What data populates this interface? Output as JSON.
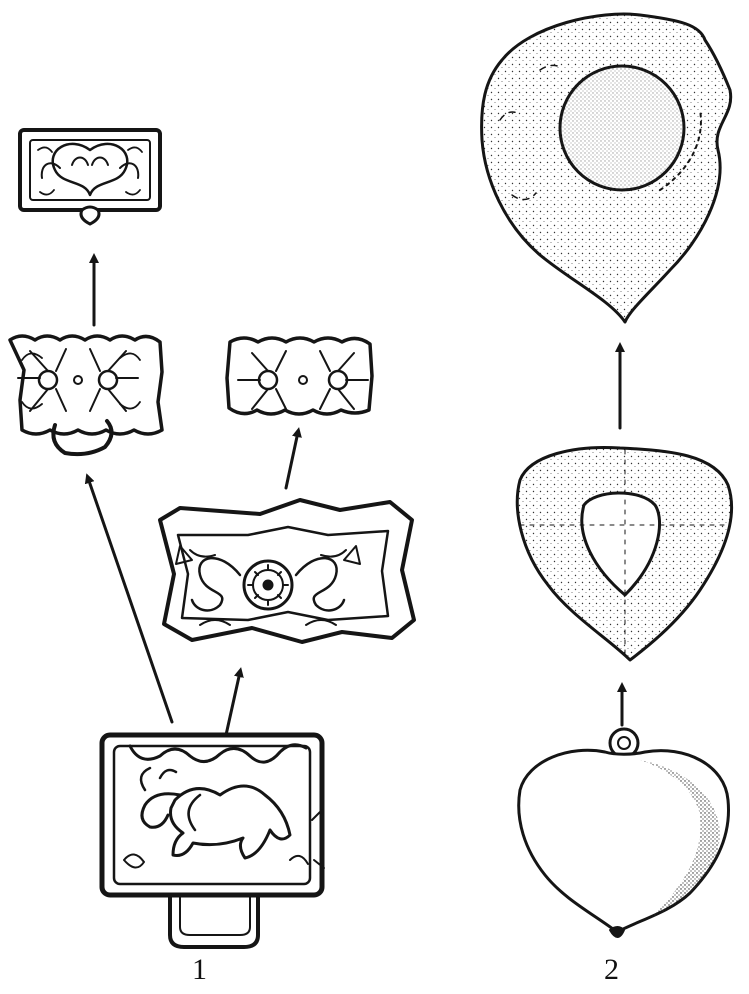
{
  "figure": {
    "labels": [
      "1",
      "2"
    ],
    "ink_color": "#151515",
    "paper_color": "#ffffff",
    "groups": [
      {
        "label": "1",
        "items": [
          "rectangular-plaque-with-animal-relief",
          "large-scalloped-plaque-with-rosette-and-scrolls",
          "small-plaque-with-two-rosettes-left",
          "small-plaque-with-two-rosettes-right",
          "small-plaque-with-heart-scroll-pattern"
        ]
      },
      {
        "label": "2",
        "items": [
          "heart-pendant-with-loop",
          "heart-pendant-with-inner-oval",
          "heart-pendant-broken-with-boss"
        ]
      }
    ]
  }
}
